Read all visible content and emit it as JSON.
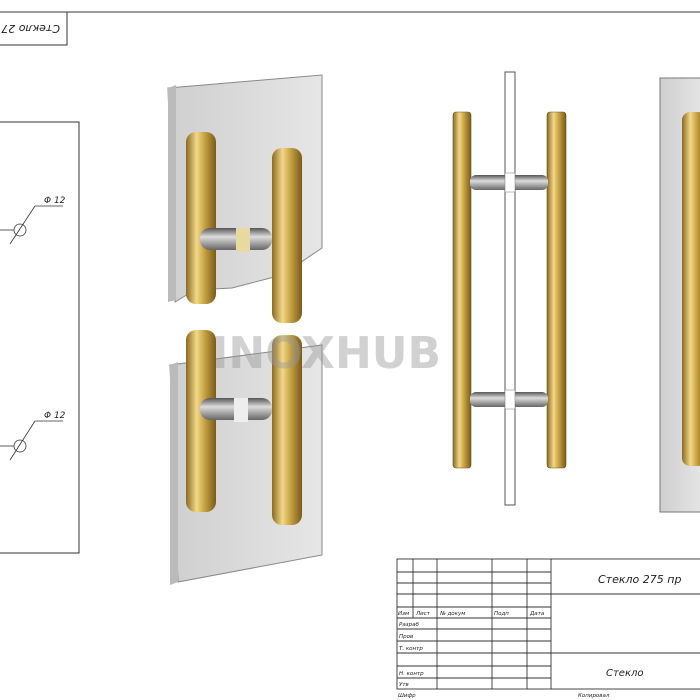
{
  "sheet": {
    "rotated_label": "Стекло 27",
    "watermark": "INOXHUB"
  },
  "dimensions": [
    {
      "label": "Φ 12"
    },
    {
      "label": "Φ 12"
    }
  ],
  "title_block": {
    "title": "Стекло 275 пр",
    "material": "Стекло",
    "headers": [
      "Изм",
      "Лист",
      "№ докум",
      "Подп",
      "Дата"
    ],
    "roles": [
      "Разраб",
      "Пров",
      "Т. контр",
      "",
      "Н. контр",
      "Утв"
    ],
    "footer_left": "Шифр",
    "footer_right": "Копировал"
  },
  "colors": {
    "gold": "#c9a646",
    "glass": "#d8d8d8",
    "steel": "#8a8a8a"
  }
}
